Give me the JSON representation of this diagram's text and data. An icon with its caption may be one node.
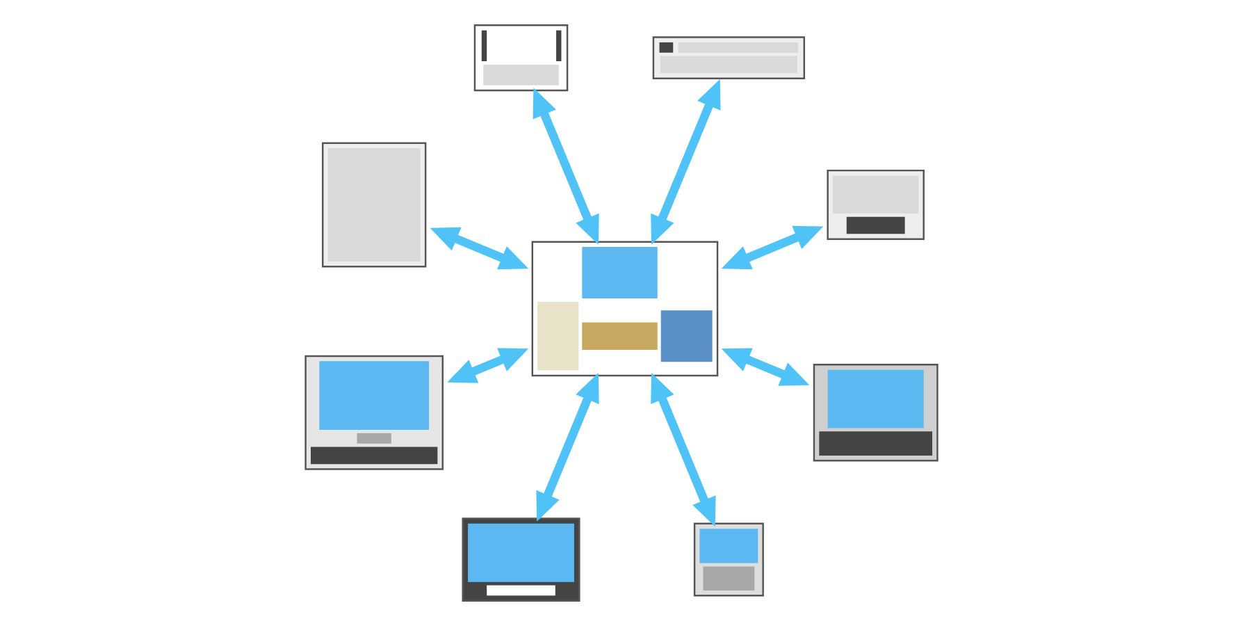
{
  "diagram": {
    "nodes": [
      {
        "text": [],
        "shape": "picture"
      },
      {
        "text": [],
        "shape": "picture"
      },
      {
        "text": [],
        "shape": "picture"
      },
      {
        "text": [],
        "shape": "picture"
      },
      {
        "text": [],
        "shape": "picture"
      },
      {
        "text": [],
        "shape": "picture"
      },
      {
        "text": [],
        "shape": "picture"
      },
      {
        "text": [],
        "shape": "picture"
      },
      {
        "text": [],
        "shape": "picture"
      }
    ],
    "edges": [
      {
        "from": 4,
        "to": 0,
        "arrow": "both"
      },
      {
        "from": 4,
        "to": 1,
        "arrow": "both"
      },
      {
        "from": 4,
        "to": 2,
        "arrow": "both"
      },
      {
        "from": 4,
        "to": 3,
        "arrow": "both"
      },
      {
        "from": 4,
        "to": 5,
        "arrow": "both"
      },
      {
        "from": 4,
        "to": 6,
        "arrow": "both"
      },
      {
        "from": 4,
        "to": 7,
        "arrow": "both"
      },
      {
        "from": 4,
        "to": 8,
        "arrow": "both"
      }
    ]
  }
}
